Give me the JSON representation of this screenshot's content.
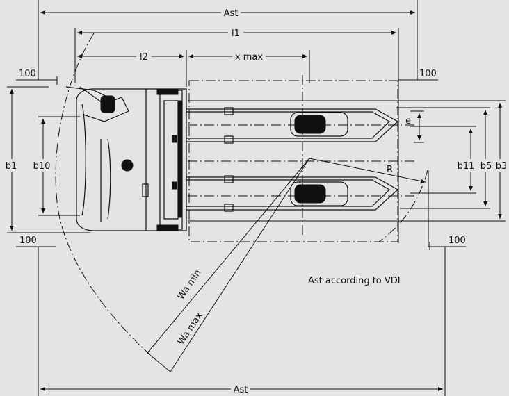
{
  "labels": {
    "ast_top": "Ast",
    "ast_bottom": "Ast",
    "l1": "l1",
    "l2": "l2",
    "x_max": "x max",
    "dist_top_left": "100",
    "dist_top_right": "100",
    "dist_bottom_left": "100",
    "dist_bottom_right": "100",
    "b1": "b1",
    "b10": "b10",
    "b11": "b11",
    "b5": "b5",
    "b3": "b3",
    "e": "e",
    "r": "R",
    "wa_min": "Wa min",
    "wa_max": "Wa max",
    "note": "Ast according to VDI"
  }
}
